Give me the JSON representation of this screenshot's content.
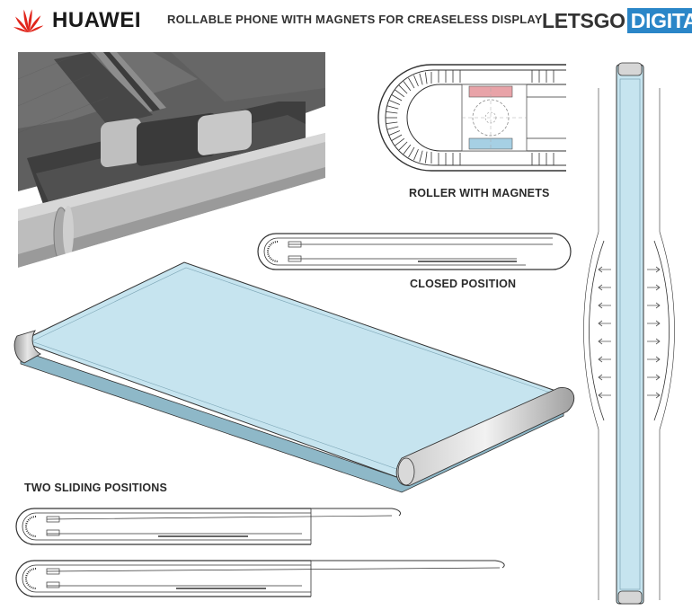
{
  "header": {
    "brand": "HUAWEI",
    "title": "ROLLABLE PHONE WITH MAGNETS FOR CREASELESS DISPLAY",
    "publisher_part1": "LETSGO",
    "publisher_part2": "DIGITAL"
  },
  "labels": {
    "roller": "ROLLER WITH MAGNETS",
    "closed": "CLOSED POSITION",
    "sliding": "TWO SLIDING POSITIONS"
  },
  "colors": {
    "brand_red": "#e1251b",
    "publisher_blue": "#2a86c8",
    "screen_blue": "#c6e4ef",
    "magnet_red": "#e8a3a8",
    "magnet_blue": "#a6d0e4"
  }
}
